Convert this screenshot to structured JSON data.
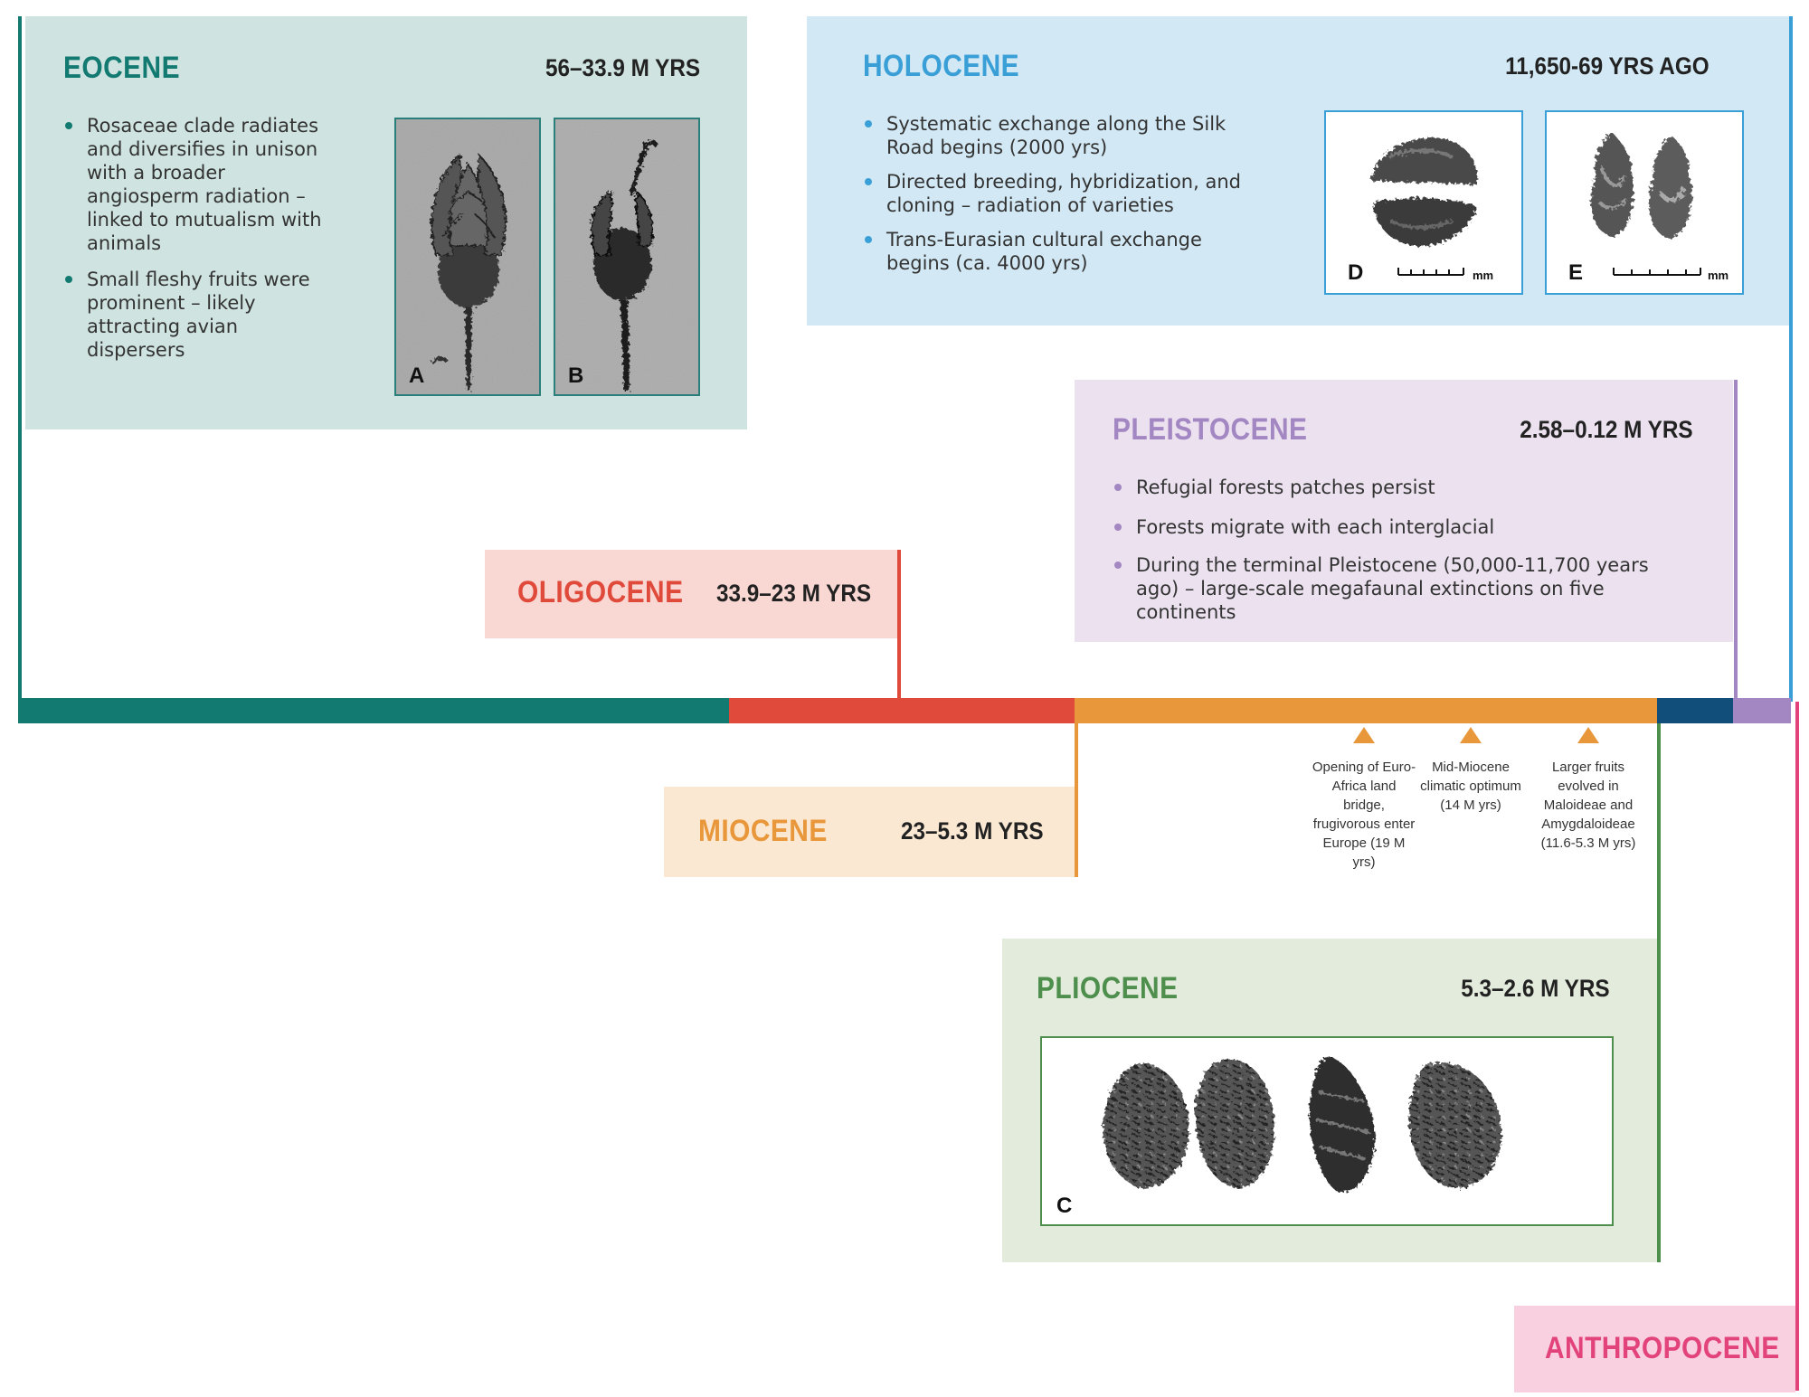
{
  "colors": {
    "eocene": "#137a72",
    "eocene_bg": "#cfe4e1",
    "oligocene": "#e04a3a",
    "oligocene_bg": "#f9d8d3",
    "miocene": "#e8973b",
    "miocene_bg": "#fbe8d3",
    "pliocene": "#4f8f4d",
    "pliocene_bg": "#e3ecdc",
    "pleistocene": "#a387c2",
    "pleistocene_bg": "#ebe1ef",
    "holocene": "#3a9fd6",
    "holocene_bg": "#d2e9f5",
    "anthropocene": "#e2437a",
    "anthropocene_bg": "#f9d0e0",
    "navy": "#114e7a"
  },
  "eocene": {
    "title": "EOCENE",
    "range": "56–33.9 M YRS",
    "bullets": [
      "Rosaceae clade radiates and diversifies in unison with a broader angiosperm radiation – linked to mutualism with animals",
      "Small fleshy fruits were prominent – likely attracting avian dispersers"
    ],
    "photos": [
      {
        "label": "A",
        "icon": "flower-fossil-icon"
      },
      {
        "label": "B",
        "icon": "flower-fossil-icon"
      }
    ]
  },
  "holocene": {
    "title": "HOLOCENE",
    "range": "11,650-69 YRS AGO",
    "bullets": [
      "Systematic exchange along the Silk Road begins (2000 yrs)",
      "Directed breeding, hybridization, and cloning – radiation of varieties",
      "Trans-Eurasian cultural exchange begins (ca. 4000 yrs)"
    ],
    "photos": [
      {
        "label": "D",
        "scale_unit": "mm",
        "icon": "seed-icon"
      },
      {
        "label": "E",
        "scale_unit": "mm",
        "icon": "seed-icon"
      }
    ]
  },
  "pleistocene": {
    "title": "PLEISTOCENE",
    "range": "2.58–0.12 M YRS",
    "bullets": [
      "Refugial forests patches persist",
      "Forests migrate with each interglacial",
      "During the terminal Pleistocene (50,000-11,700 years ago) – large-scale megafaunal extinctions on five continents"
    ]
  },
  "oligocene": {
    "title": "OLIGOCENE",
    "range": "33.9–23 M YRS"
  },
  "miocene": {
    "title": "MIOCENE",
    "range": "23–5.3 M YRS",
    "events": [
      "Opening of Euro-Africa land bridge, frugivorous enter Europe (19 M yrs)",
      "Mid-Miocene climatic optimum (14 M yrs)",
      "Larger fruits evolved in Maloideae and Amygdaloideae (11.6-5.3 M yrs)"
    ]
  },
  "pliocene": {
    "title": "PLIOCENE",
    "range": "5.3–2.6 M YRS",
    "photo": {
      "label": "C",
      "icon": "peach-stone-icon"
    }
  },
  "anthropocene": {
    "title": "ANTHROPOCENE"
  }
}
